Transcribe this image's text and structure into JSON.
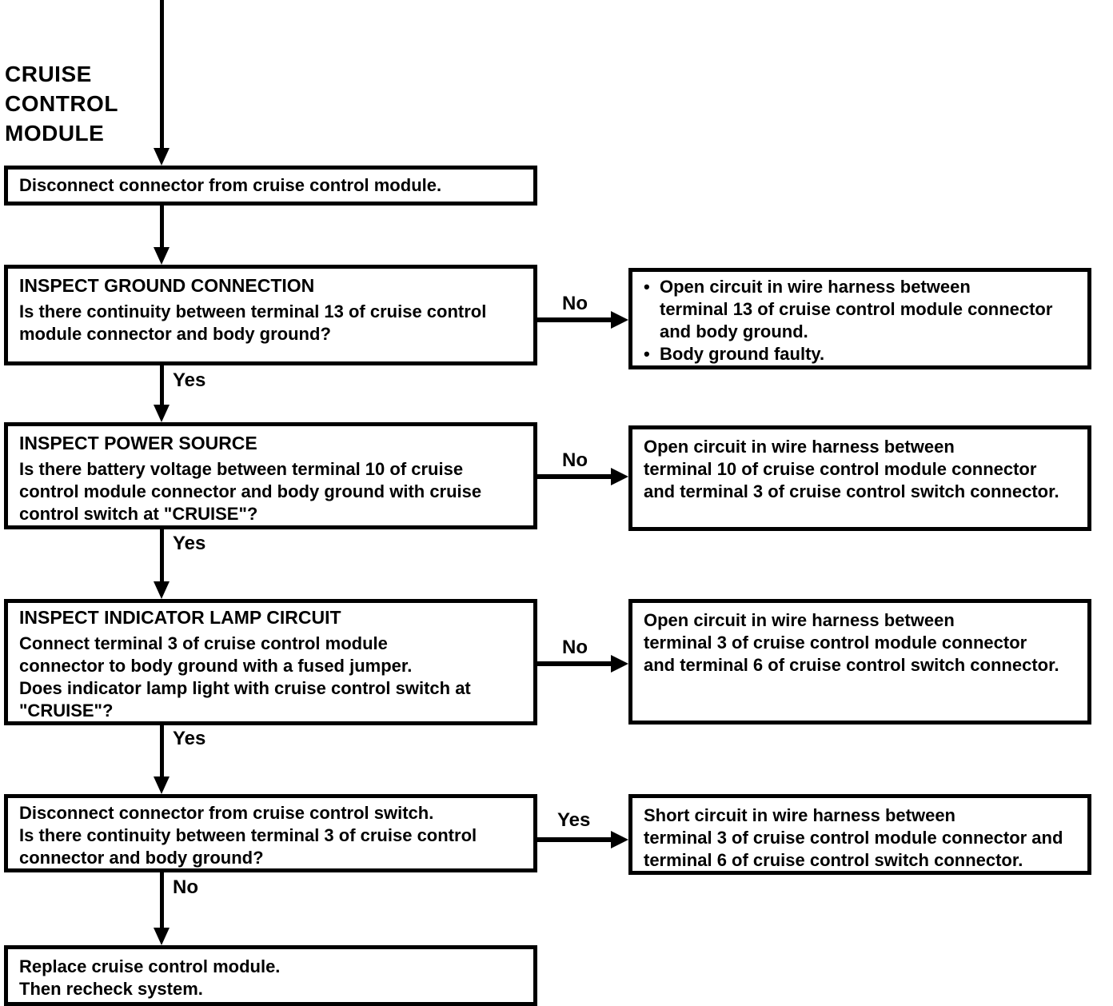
{
  "colors": {
    "ink": "#000000",
    "paper": "#ffffff"
  },
  "icons": {
    "bullet": "•"
  },
  "heading": "CRUISE\nCONTROL\nMODULE",
  "steps": {
    "s1": {
      "text": "Disconnect connector from cruise control module."
    },
    "s2": {
      "title": "INSPECT GROUND CONNECTION",
      "question": "Is there continuity between terminal 13 of cruise control\nmodule connector and body ground?"
    },
    "s3": {
      "title": "INSPECT POWER SOURCE",
      "question": "Is there battery voltage between terminal 10 of cruise\ncontrol module connector and body ground with cruise\ncontrol switch at \"CRUISE\"?"
    },
    "s4": {
      "title": "INSPECT INDICATOR LAMP CIRCUIT",
      "question": "Connect terminal 3 of cruise control module\nconnector to body ground with a fused jumper.\nDoes indicator lamp light with cruise control switch at\n\"CRUISE\"?"
    },
    "s5": {
      "text": "Disconnect connector from cruise control switch.\nIs there continuity between terminal 3 of cruise control\nconnector and body ground?"
    },
    "s6": {
      "text": "Replace cruise control module.\nThen recheck system."
    }
  },
  "results": {
    "r1": {
      "bullets": [
        "Open circuit in wire harness between\nterminal 13 of cruise control module connector\nand body ground.",
        "Body ground faulty."
      ]
    },
    "r2": {
      "text": "Open circuit in wire harness between\nterminal 10 of cruise control module connector\nand terminal 3 of cruise control switch connector."
    },
    "r3": {
      "text": "Open circuit in wire harness between\nterminal 3 of cruise control module connector\nand terminal 6 of cruise control switch connector."
    },
    "r4": {
      "text": "Short circuit in wire harness between\nterminal 3 of cruise control module connector and\nterminal 6 of cruise control switch connector."
    }
  },
  "edges": {
    "s2_yes": "Yes",
    "s2_no": "No",
    "s3_yes": "Yes",
    "s3_no": "No",
    "s4_yes": "Yes",
    "s4_no": "No",
    "s5_no": "No",
    "s5_yes": "Yes"
  }
}
